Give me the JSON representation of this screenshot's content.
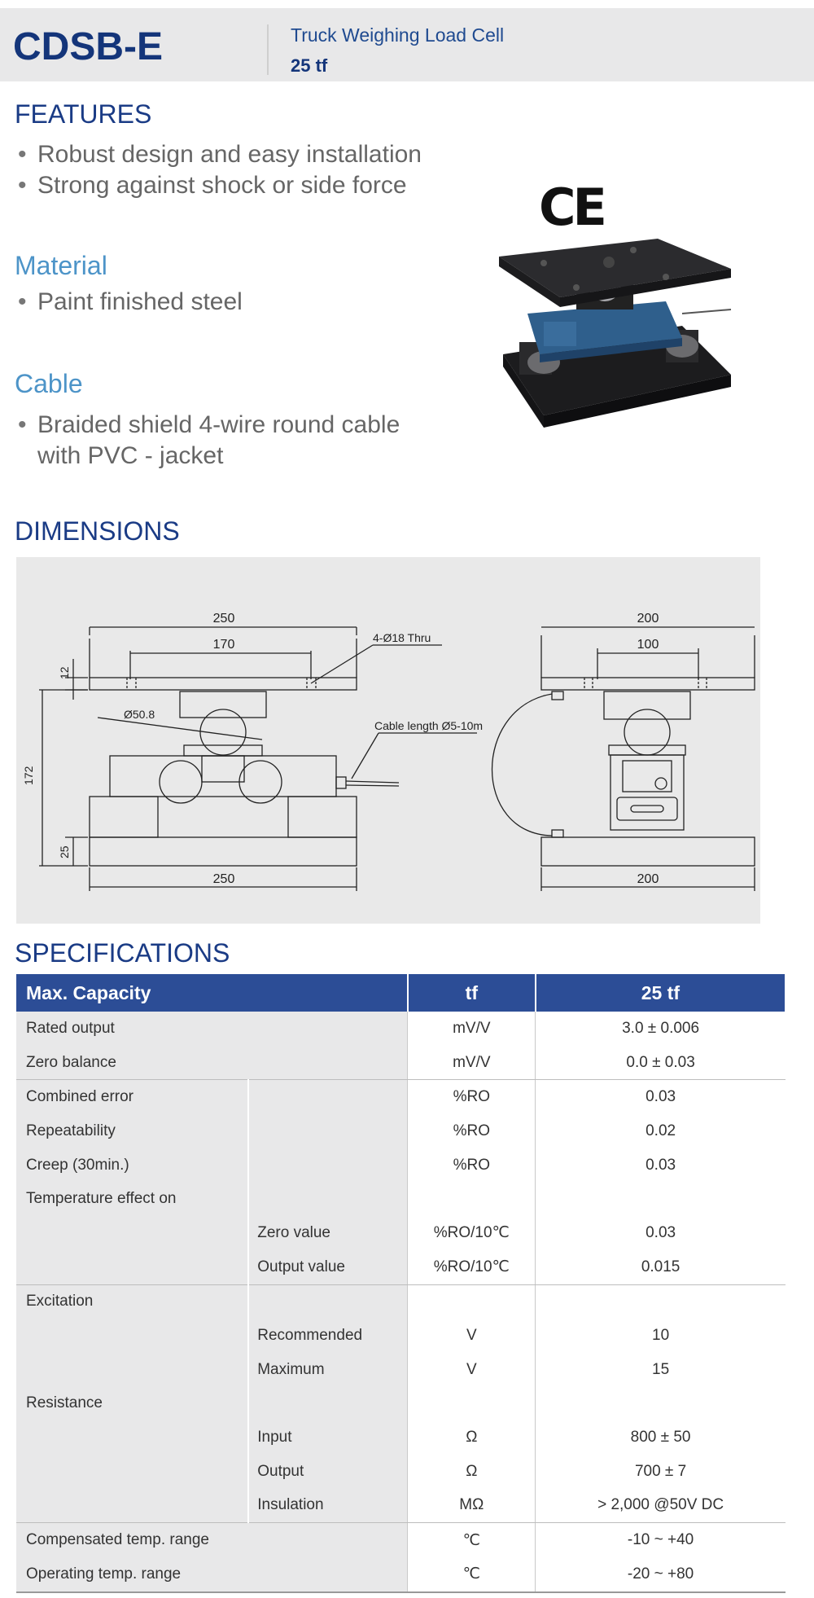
{
  "header": {
    "model": "CDSB-E",
    "subtitle": "Truck Weighing Load Cell",
    "capacity": "25 tf"
  },
  "features": {
    "title": "FEATURES",
    "items": [
      "Robust design and easy installation",
      "Strong against shock or side force"
    ]
  },
  "material": {
    "title": "Material",
    "items": [
      "Paint finished steel"
    ]
  },
  "cable": {
    "title": "Cable",
    "line1": "Braided shield 4-wire round cable",
    "line2": "with PVC - jacket"
  },
  "ce_mark": "CE",
  "dimensions": {
    "title": "DIMENSIONS",
    "labels": {
      "top_width_left": "250",
      "hole_span_left": "170",
      "holes": "4-Ø18 Thru",
      "plate_thk": "12",
      "ball_dia": "Ø50.8",
      "height": "172",
      "base_thk": "25",
      "bottom_width_left": "250",
      "cable": "Cable length Ø5-10m",
      "top_width_right": "200",
      "hole_span_right": "100",
      "bottom_width_right": "200"
    }
  },
  "specifications": {
    "title": "SPECIFICATIONS",
    "header": {
      "label": "Max. Capacity",
      "unit": "tf",
      "value": "25 tf"
    },
    "rows": {
      "rated_output": {
        "label": "Rated output",
        "unit": "mV/V",
        "value": "3.0 ± 0.006"
      },
      "zero_balance": {
        "label": "Zero balance",
        "unit": "mV/V",
        "value": "0.0 ± 0.03"
      },
      "combined_error": {
        "label": "Combined error",
        "unit": "%RO",
        "value": "0.03"
      },
      "repeatability": {
        "label": "Repeatability",
        "unit": "%RO",
        "value": "0.02"
      },
      "creep": {
        "label": "Creep (30min.)",
        "unit": "%RO",
        "value": "0.03"
      },
      "temp_effect": {
        "label": "Temperature effect on"
      },
      "zero_value": {
        "label": "Zero value",
        "unit": "%RO/10℃",
        "value": "0.03"
      },
      "output_value": {
        "label": "Output  value",
        "unit": "%RO/10℃",
        "value": "0.015"
      },
      "excitation": {
        "label": "Excitation"
      },
      "recommended": {
        "label": "Recommended",
        "unit": "V",
        "value": "10"
      },
      "maximum": {
        "label": "Maximum",
        "unit": "V",
        "value": "15"
      },
      "resistance": {
        "label": "Resistance"
      },
      "input": {
        "label": "Input",
        "unit": "Ω",
        "value": "800 ± 50"
      },
      "output": {
        "label": "Output",
        "unit": "Ω",
        "value": "700 ± 7"
      },
      "insulation": {
        "label": "Insulation",
        "unit": "MΩ",
        "value": "> 2,000 @50V DC"
      },
      "comp_temp": {
        "label": "Compensated temp. range",
        "unit": "℃",
        "value": "-10 ~ +40"
      },
      "oper_temp": {
        "label": "Operating temp. range",
        "unit": "℃",
        "value": "-20 ~ +80"
      }
    }
  }
}
